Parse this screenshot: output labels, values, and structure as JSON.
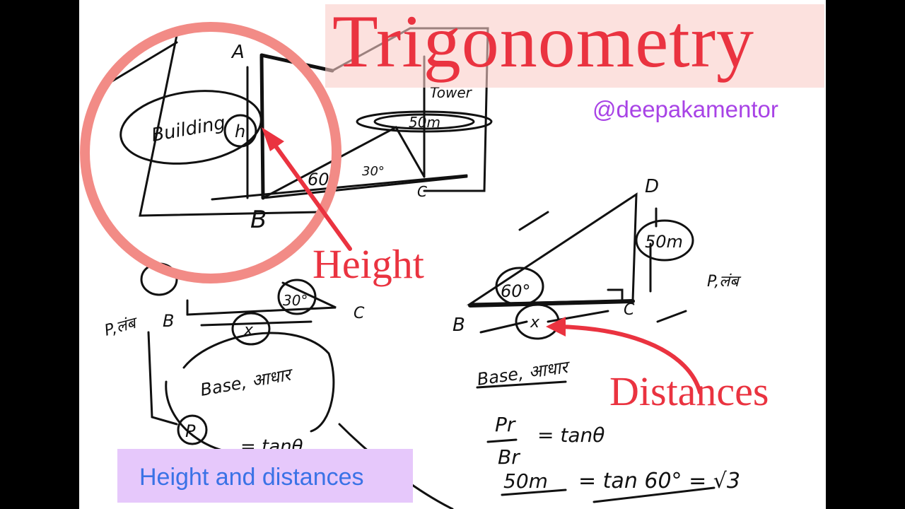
{
  "header": {
    "title": "Trigonometry",
    "handle": "@deepakamentor"
  },
  "labels": {
    "height": "Height",
    "distances": "Distances"
  },
  "caption": {
    "text": "Height and distances"
  },
  "sketch": {
    "vertex_a": "A",
    "vertex_b": "B",
    "vertex_c": "C",
    "vertex_d": "D",
    "building": "Building",
    "tower": "Tower",
    "h": "h",
    "fifty_m": "50m",
    "angle_60": "60°",
    "angle_30": "30°",
    "x": "x",
    "p": "P",
    "perp_left": "P,लंब",
    "perp_right": "P,लंब",
    "base_left": "Base, आधार",
    "base_right": "Base, आधार",
    "eq_ratio_num": "Pr",
    "eq_ratio_den": "Br",
    "eq_tan": "= tanθ",
    "eq_50": "50m",
    "eq_tan60": "= tan 60° = √3",
    "eq_left_tan": "= tanθ"
  },
  "colors": {
    "title": "#ea3340",
    "handle": "#a843e6",
    "label_red": "#ea3340",
    "caption_text": "#3a72e6",
    "caption_bg": "#e6c8fb",
    "title_bg": "#fbd6d2",
    "highlight_circle": "#f28b86"
  }
}
